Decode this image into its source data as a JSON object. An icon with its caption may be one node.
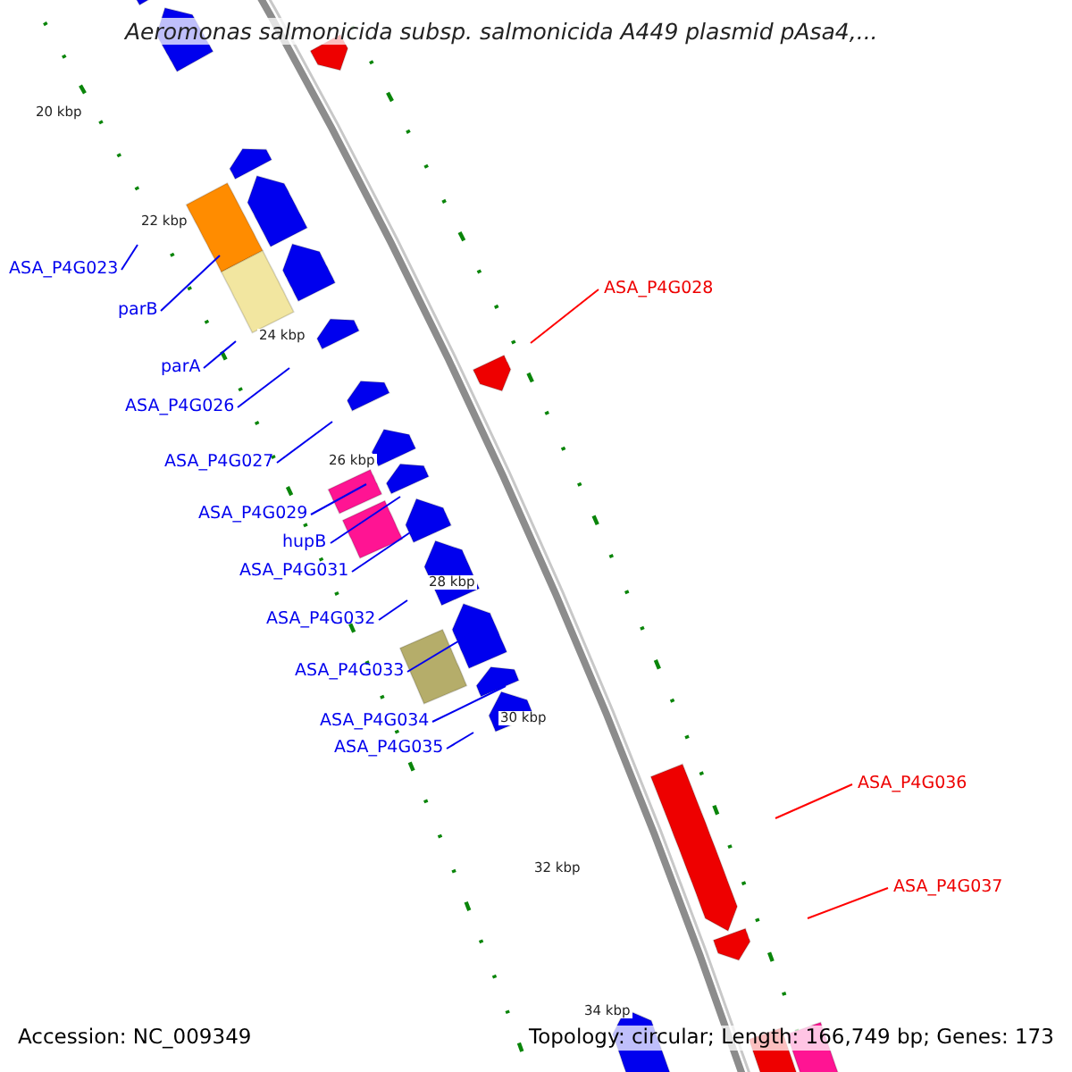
{
  "diagram": {
    "title": "Aeromonas salmonicida subsp. salmonicida A449 plasmid pAsa4,...",
    "nodes": [
      {
        "text": [
          "ASA_P4G023"
        ]
      },
      {
        "text": [
          "parB"
        ]
      },
      {
        "text": [
          "parA"
        ]
      },
      {
        "text": [
          "ASA_P4G026"
        ]
      },
      {
        "text": [
          "ASA_P4G027"
        ]
      },
      {
        "text": [
          "ASA_P4G029"
        ]
      },
      {
        "text": [
          "hupB"
        ]
      },
      {
        "text": [
          "ASA_P4G031"
        ]
      },
      {
        "text": [
          "ASA_P4G032"
        ]
      },
      {
        "text": [
          "ASA_P4G033"
        ]
      },
      {
        "text": [
          "ASA_P4G034"
        ]
      },
      {
        "text": [
          "ASA_P4G035"
        ]
      },
      {
        "text": [
          "ASA_P4G028"
        ]
      },
      {
        "text": [
          "ASA_P4G036"
        ]
      },
      {
        "text": [
          "ASA_P4G037"
        ]
      }
    ],
    "edges": [
      {
        "from": 0,
        "to": null,
        "arrow": "none"
      },
      {
        "from": 1,
        "to": null,
        "arrow": "none"
      },
      {
        "from": 2,
        "to": null,
        "arrow": "none"
      },
      {
        "from": 3,
        "to": null,
        "arrow": "none"
      },
      {
        "from": 4,
        "to": null,
        "arrow": "none"
      },
      {
        "from": 5,
        "to": null,
        "arrow": "none"
      },
      {
        "from": 6,
        "to": null,
        "arrow": "none"
      },
      {
        "from": 7,
        "to": null,
        "arrow": "none"
      },
      {
        "from": 8,
        "to": null,
        "arrow": "none"
      },
      {
        "from": 9,
        "to": null,
        "arrow": "none"
      },
      {
        "from": 10,
        "to": null,
        "arrow": "none"
      },
      {
        "from": 11,
        "to": null,
        "arrow": "none"
      },
      {
        "from": 12,
        "to": null,
        "arrow": "none",
        "color": "#ff0000"
      },
      {
        "from": 13,
        "to": null,
        "arrow": "none",
        "color": "#ff0000"
      },
      {
        "from": 14,
        "to": null,
        "arrow": "none",
        "color": "#ff0000"
      }
    ],
    "labels": [
      "20 kbp",
      "22 kbp",
      "24 kbp",
      "26 kbp",
      "28 kbp",
      "30 kbp",
      "32 kbp",
      "34 kbp",
      "Accession: NC_009349",
      "Topology: circular; Length: 166,749 bp; Genes: 173"
    ]
  }
}
